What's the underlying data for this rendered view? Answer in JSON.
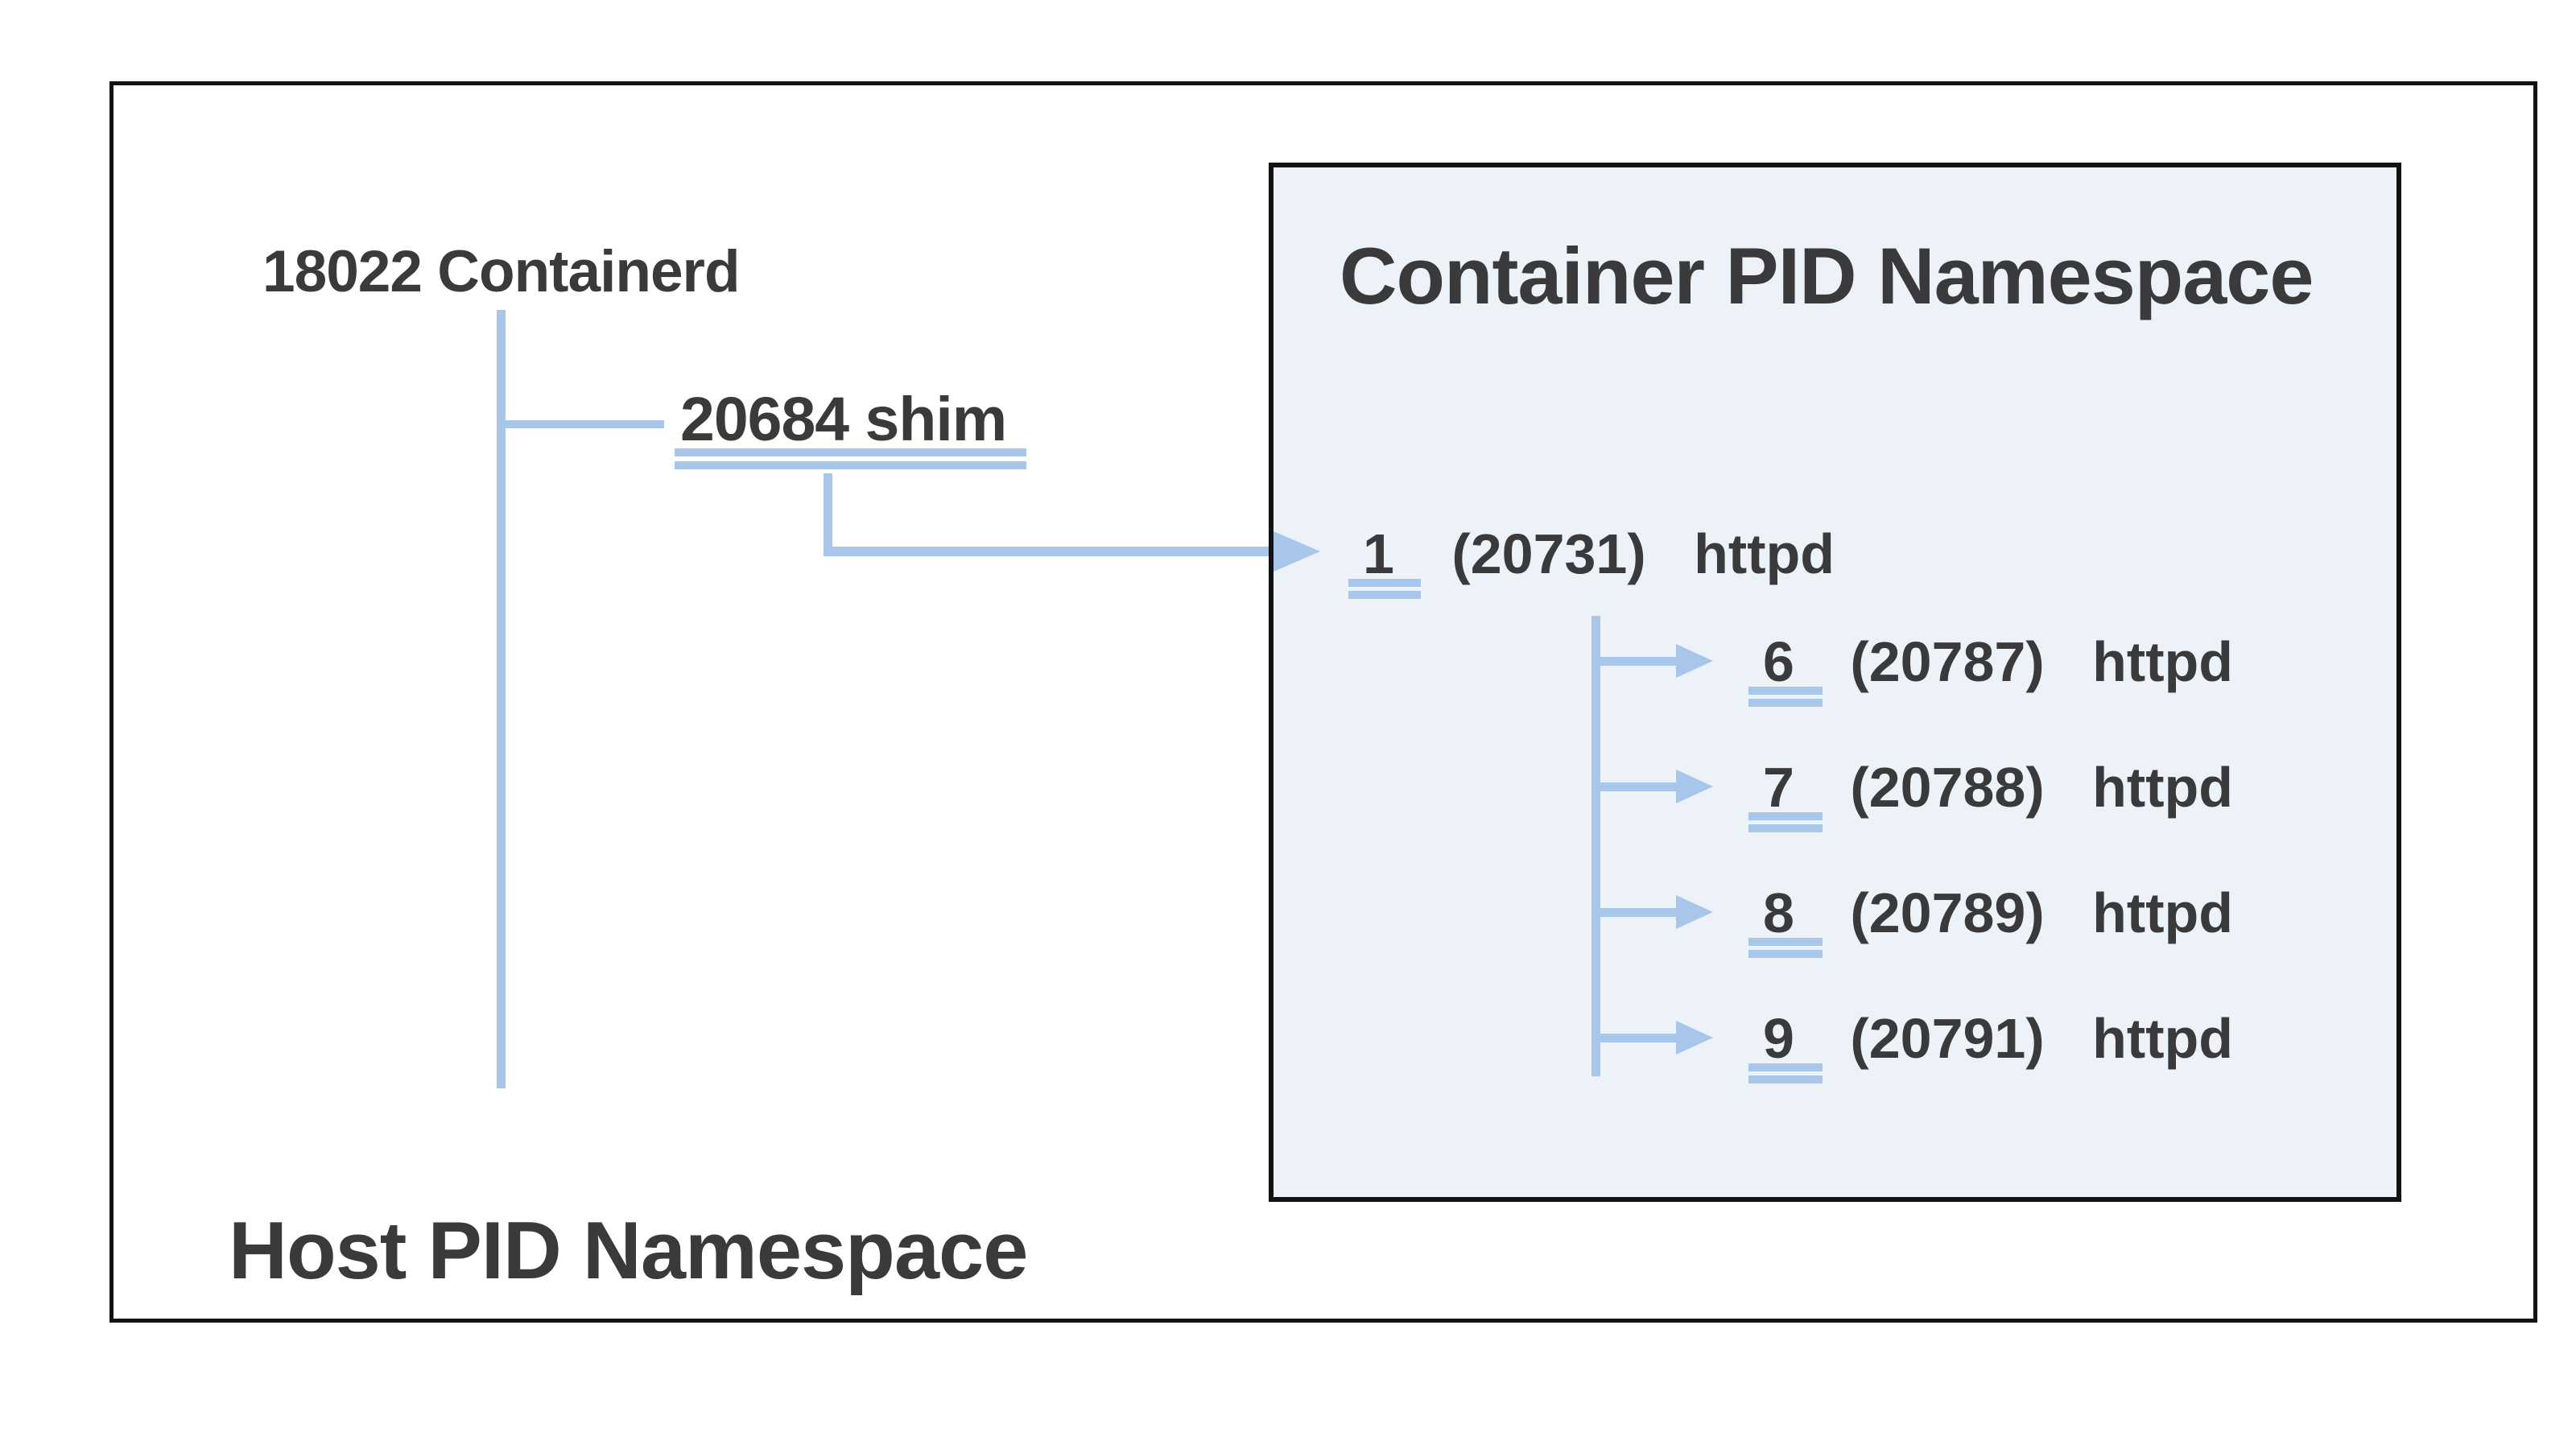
{
  "host_namespace": {
    "label": "Host PID Namespace",
    "root_process": "18022 Containerd",
    "shim_process": "20684 shim"
  },
  "container_namespace": {
    "title": "Container PID Namespace",
    "init_process": {
      "pid": "1",
      "host_pid": "(20731)",
      "name": "httpd"
    },
    "child_processes": [
      {
        "pid": "6",
        "host_pid": "(20787)",
        "name": "httpd"
      },
      {
        "pid": "7",
        "host_pid": "(20788)",
        "name": "httpd"
      },
      {
        "pid": "8",
        "host_pid": "(20789)",
        "name": "httpd"
      },
      {
        "pid": "9",
        "host_pid": "(20791)",
        "name": "httpd"
      }
    ]
  },
  "colors": {
    "connector_blue": "#a7c6ea",
    "text_dark": "#3a3a3c",
    "container_fill": "#edf1f8",
    "border_black": "#131315"
  }
}
